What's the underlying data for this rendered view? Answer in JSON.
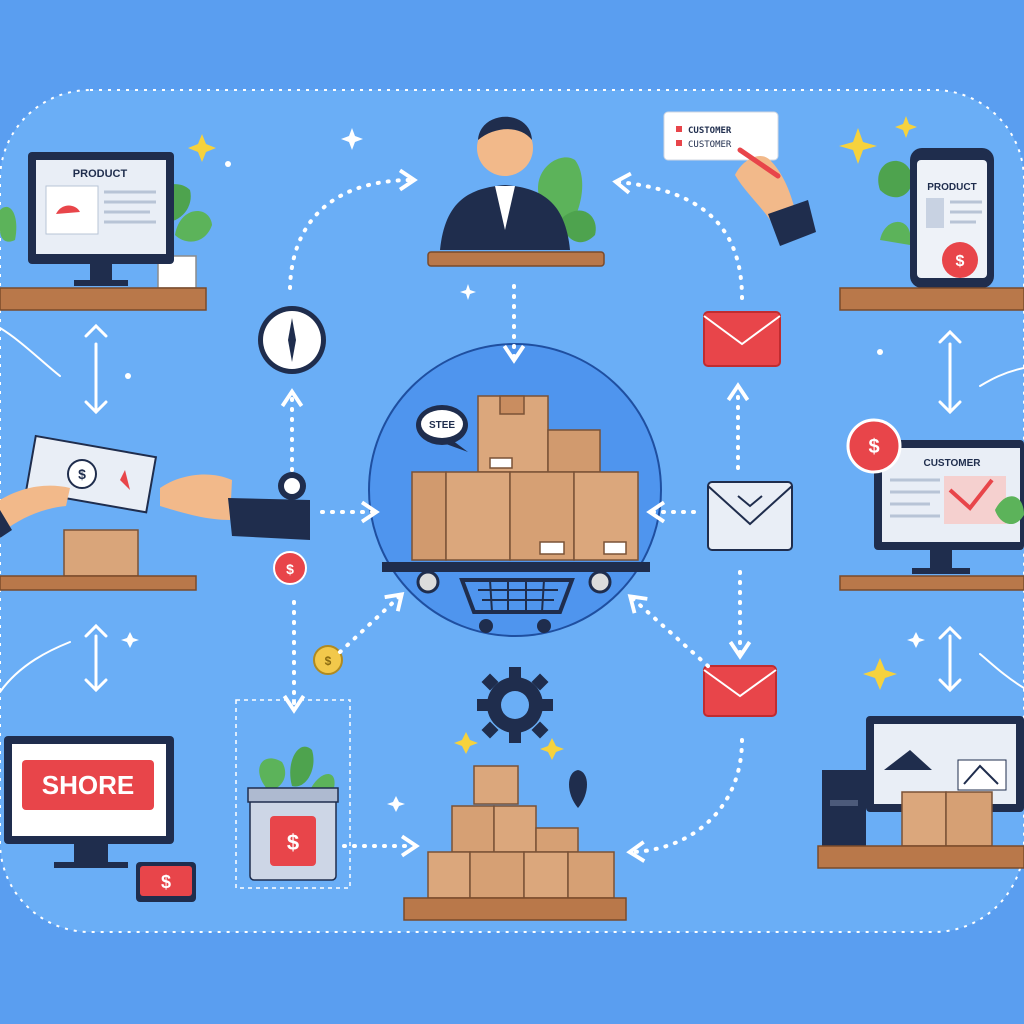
{
  "labels": {
    "desktop_screen": "PRODUCT",
    "phone_screen": "PRODUCT",
    "customer_screen": "CUSTOMER",
    "store_sign": "SHORE",
    "hub_bubble": "STEE",
    "card_line1": "CUSTOMER",
    "card_line2": "CUSTOMER"
  },
  "symbols": {
    "currency": "$"
  },
  "colors": {
    "background": "#5a9ef0",
    "panel": "#6aaef6",
    "hub_circle": "#4f95ee",
    "accent_red": "#e8454a",
    "box": "#d9a57a",
    "shelf": "#b9784a",
    "dark_navy": "#1f2d4d"
  }
}
